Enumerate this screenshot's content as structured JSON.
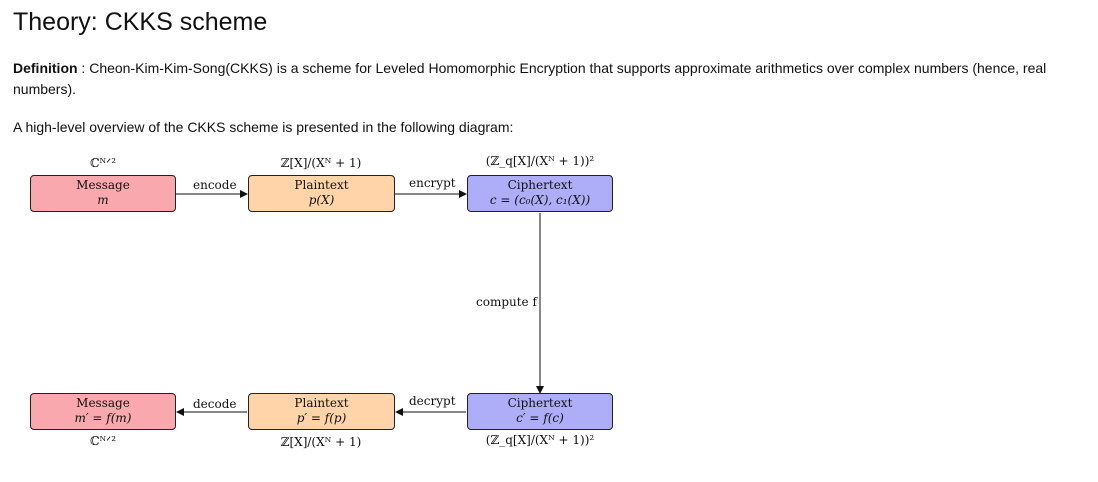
{
  "page": {
    "title": "Theory: CKKS scheme",
    "definition_label": "Definition",
    "definition_text": " : Cheon-Kim-Kim-Song(CKKS) is a scheme for Leveled Homomorphic Encryption that supports approximate arithmetics over complex numbers (hence, real numbers).",
    "overview_text": "A high-level overview of the CKKS scheme is presented in the following diagram:"
  },
  "diagram": {
    "top_row": {
      "message": {
        "title": "Message",
        "value": "m",
        "space": "ℂᴺᐟ²"
      },
      "plaintext": {
        "title": "Plaintext",
        "value": "p(X)",
        "space": "ℤ[X]/(Xᴺ + 1)"
      },
      "ciphertext": {
        "title": "Ciphertext",
        "value": "c = (c₀(X), c₁(X))",
        "space": "(ℤ_q[X]/(Xᴺ + 1))²"
      }
    },
    "bottom_row": {
      "message": {
        "title": "Message",
        "value": "m′ = f(m)",
        "space": "ℂᴺᐟ²"
      },
      "plaintext": {
        "title": "Plaintext",
        "value": "p′ = f(p)",
        "space": "ℤ[X]/(Xᴺ + 1)"
      },
      "ciphertext": {
        "title": "Ciphertext",
        "value": "c′ = f(c)",
        "space": "(ℤ_q[X]/(Xᴺ + 1))²"
      }
    },
    "edges": {
      "encode": "encode",
      "encrypt": "encrypt",
      "compute": "compute f",
      "decrypt": "decrypt",
      "decode": "decode"
    },
    "colors": {
      "message": "#f9a8ae",
      "plaintext": "#fed4a8",
      "ciphertext": "#aeaef8"
    }
  }
}
